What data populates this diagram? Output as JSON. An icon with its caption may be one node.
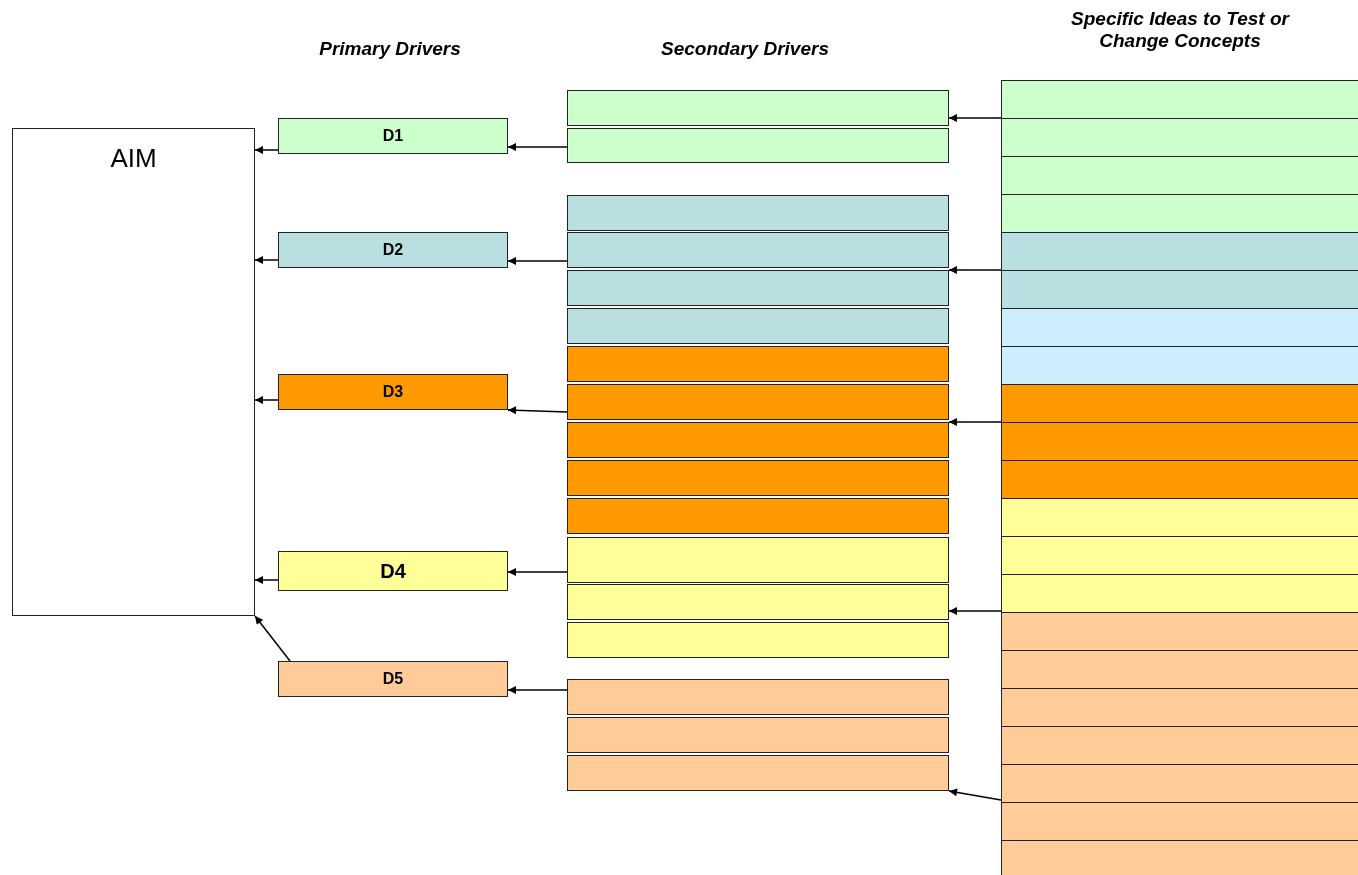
{
  "diagram": {
    "nodes": [
      {
        "text": [
          "AIM"
        ]
      },
      {
        "text": [
          "D1"
        ]
      },
      {
        "text": [
          "D2"
        ]
      },
      {
        "text": [
          "D3"
        ]
      },
      {
        "text": [
          "D4"
        ]
      },
      {
        "text": [
          "D5"
        ]
      },
      {
        "text": [],
        "shape": "box"
      },
      {
        "text": [],
        "shape": "box"
      },
      {
        "text": [],
        "shape": "box"
      },
      {
        "text": [],
        "shape": "box"
      },
      {
        "text": [],
        "shape": "box"
      },
      {
        "text": [],
        "shape": "box"
      },
      {
        "text": [],
        "shape": "box"
      },
      {
        "text": [],
        "shape": "box"
      },
      {
        "text": [],
        "shape": "box"
      },
      {
        "text": [],
        "shape": "box"
      },
      {
        "text": [],
        "shape": "box"
      },
      {
        "text": [],
        "shape": "box"
      },
      {
        "text": [],
        "shape": "box"
      },
      {
        "text": [],
        "shape": "box"
      },
      {
        "text": [],
        "shape": "box"
      },
      {
        "text": [],
        "shape": "box"
      },
      {
        "text": [],
        "shape": "box"
      },
      {
        "text": [],
        "shape": "box"
      },
      {
        "text": [],
        "shape": "box"
      },
      {
        "text": [],
        "shape": "box"
      },
      {
        "text": [],
        "shape": "box"
      },
      {
        "text": [],
        "shape": "box"
      },
      {
        "text": [],
        "shape": "box"
      },
      {
        "text": [],
        "shape": "box"
      },
      {
        "text": [],
        "shape": "box"
      },
      {
        "text": [],
        "shape": "box"
      },
      {
        "text": [],
        "shape": "box"
      },
      {
        "text": [],
        "shape": "box"
      },
      {
        "text": [],
        "shape": "box"
      },
      {
        "text": [],
        "shape": "box"
      },
      {
        "text": [],
        "shape": "box"
      },
      {
        "text": [],
        "shape": "box"
      },
      {
        "text": [],
        "shape": "box"
      },
      {
        "text": [],
        "shape": "box"
      },
      {
        "text": [],
        "shape": "box"
      },
      {
        "text": [],
        "shape": "box"
      },
      {
        "text": [],
        "shape": "box"
      },
      {
        "text": [],
        "shape": "box"
      }
    ],
    "edges": [
      {
        "from": 1,
        "to": 0,
        "arrow": "to"
      },
      {
        "from": 2,
        "to": 0,
        "arrow": "to"
      },
      {
        "from": 3,
        "to": 0,
        "arrow": "to"
      },
      {
        "from": 4,
        "to": 0,
        "arrow": "to"
      },
      {
        "from": 5,
        "to": 0,
        "arrow": "to"
      },
      {
        "from": 7,
        "to": 1,
        "arrow": "to"
      },
      {
        "from": 9,
        "to": 2,
        "arrow": "to"
      },
      {
        "from": 13,
        "to": 3,
        "arrow": "to"
      },
      {
        "from": 17,
        "to": 4,
        "arrow": "to"
      },
      {
        "from": 20,
        "to": 5,
        "arrow": "to"
      },
      {
        "from": 23,
        "to": 6,
        "arrow": "to"
      },
      {
        "from": 27,
        "to": 10,
        "arrow": "to"
      },
      {
        "from": 31,
        "to": 14,
        "arrow": "to"
      },
      {
        "from": 36,
        "to": 18,
        "arrow": "to"
      },
      {
        "from": 41,
        "to": 22,
        "arrow": "to"
      }
    ],
    "labels": [
      "Specific Ideas to Test or Change Concepts",
      "Primary Drivers",
      "Secondary Drivers"
    ]
  }
}
